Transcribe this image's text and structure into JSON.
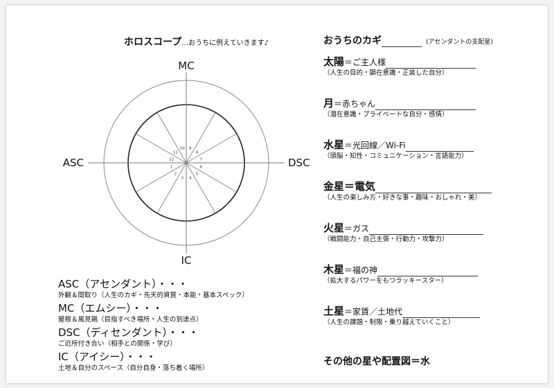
{
  "title": {
    "main": "ホロスコープ",
    "sub": "…おうちに例えていきます♪"
  },
  "chart_labels": {
    "mc": "MC",
    "asc": "ASC",
    "dsc": "DSC",
    "ic": "IC",
    "houses": [
      "1",
      "2",
      "3",
      "4",
      "5",
      "6",
      "7",
      "8",
      "9",
      "10",
      "11",
      "12"
    ]
  },
  "angles": [
    {
      "term": "ASC（アセンダント）・・・",
      "desc": "外観＆間取り（人生のカギ・先天的資質・本能・基本スペック）"
    },
    {
      "term": "MC（エムシー）・・・",
      "desc": "屋根＆風見鶏（目指すべき場所・人生の到達点）"
    },
    {
      "term": "DSC（ディセンダント）・・・",
      "desc": "ご近所付き合い（相手との関係・学び）"
    },
    {
      "term": "IC（アイシー）・・・",
      "desc": "土地＆自分のスペース（自分自身・落ち着く場所）"
    }
  ],
  "keys": {
    "header": "おうちのカギ",
    "header_note": "(アセンダントの支配星)",
    "planets": [
      {
        "name": "太陽",
        "meaning": "＝ご主人様",
        "desc": "（人生の目的・顕在意識・正装した自分）"
      },
      {
        "name": "月",
        "meaning": "＝赤ちゃん",
        "desc": "（潜在意識・プライベートな自分・感情）"
      },
      {
        "name": "水星",
        "meaning": "＝光回線／Wi-Fi",
        "desc": "（頭脳・知性・コミュニケーション・言語能力）"
      },
      {
        "name": "金星",
        "meaning": "＝電気",
        "desc": "（人生の楽しみ方・好きな事・趣味・おしゃれ・美）"
      },
      {
        "name": "火星",
        "meaning": "＝ガス",
        "desc": "（戦闘能力・自己主張・行動力・攻撃力）"
      },
      {
        "name": "木星",
        "meaning": "＝福の神",
        "desc": "（拡大するパワーをもつラッキースター）"
      },
      {
        "name": "土星",
        "meaning": "＝家賃／土地代",
        "desc": "（人生の課題・制限・乗り越えていくこと）"
      }
    ],
    "footer": "その他の星や配置図＝水"
  }
}
